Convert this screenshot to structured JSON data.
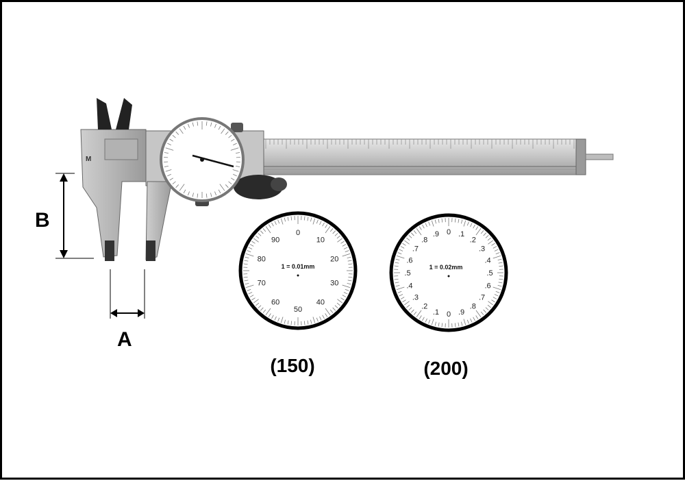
{
  "labels": {
    "dimension_b": "B",
    "dimension_a": "A"
  },
  "dials": [
    {
      "caption": "(150)",
      "center_text": "1 = 0.01mm",
      "numbers": [
        "0",
        "10",
        "20",
        "30",
        "40",
        "50",
        "60",
        "70",
        "80",
        "90"
      ]
    },
    {
      "caption": "(200)",
      "center_text": "1 = 0.02mm",
      "numbers": [
        "0",
        ".1",
        ".2",
        ".3",
        ".4",
        ".5",
        ".6",
        ".7",
        ".8",
        ".9",
        "0",
        ".1",
        ".2",
        ".3",
        ".4",
        ".5",
        ".6",
        ".7",
        ".8",
        ".9"
      ]
    }
  ],
  "colors": {
    "steel_light": "#d6d6d6",
    "steel_mid": "#b8b8b8",
    "steel_dark": "#8a8a8a",
    "ink": "#000000"
  }
}
